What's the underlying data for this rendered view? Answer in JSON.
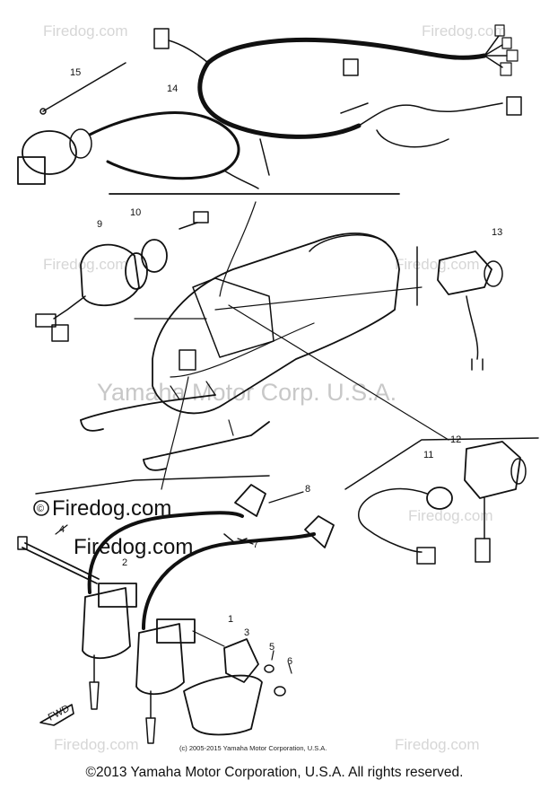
{
  "diagram": {
    "callouts": [
      "1",
      "2",
      "3",
      "4",
      "5",
      "6",
      "7",
      "8",
      "9",
      "10",
      "11",
      "12",
      "13",
      "14",
      "15"
    ],
    "center_watermark": "Yamaha Motor Corp. U.S.A.",
    "brand_watermark": "Firedog.com",
    "copyright_symbol": "©",
    "front_marker": "FWD",
    "diagram_copyright": "(c) 2005-2015 Yamaha Motor Corporation, U.S.A."
  },
  "footer": {
    "copyright": "©2013 Yamaha Motor Corporation, U.S.A. All rights reserved."
  }
}
